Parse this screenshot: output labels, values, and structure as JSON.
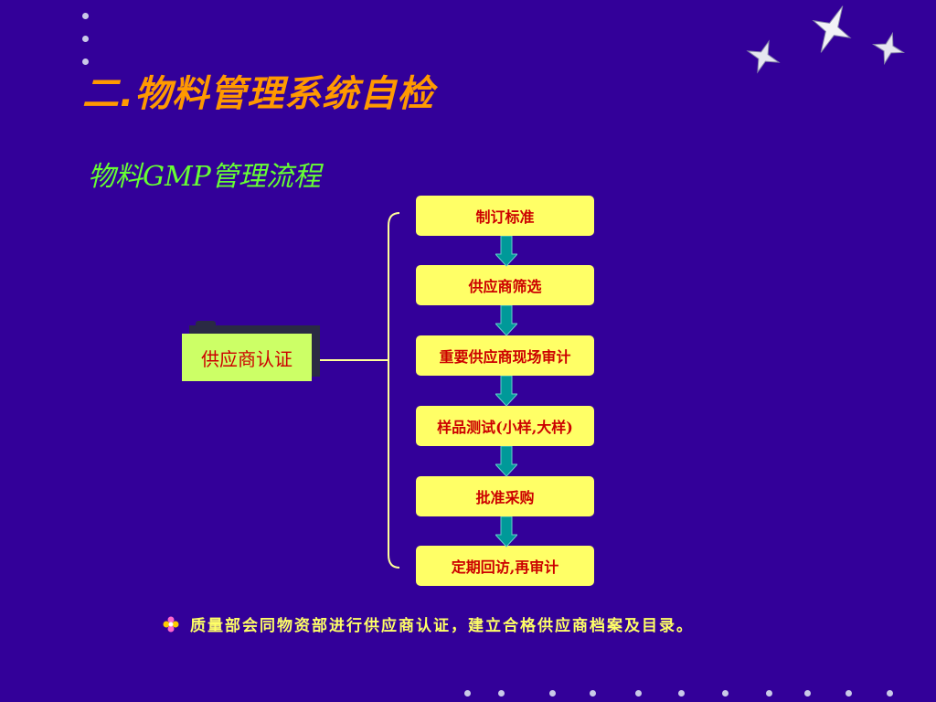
{
  "title": "二.物料管理系统自检",
  "subtitle": "物料GMP管理流程",
  "source_box": "供应商认证",
  "steps": [
    "制订标准",
    "供应商筛选",
    "重要供应商现场审计",
    "样品测试(小样,大样)",
    "批准采购",
    "定期回访,再审计"
  ],
  "footer": "质量部会同物资部进行供应商认证，建立合格供应商档案及目录。",
  "colors": {
    "background": "#330099",
    "title": "#ff9900",
    "subtitle": "#66ff33",
    "step_fill": "#ffff66",
    "step_text": "#cc0000",
    "source_fill": "#ccff66",
    "arrow": "#009999",
    "connector": "#ffff99",
    "footer_text": "#ffff66"
  },
  "icons": [
    "star-icon",
    "bullet-flower-icon"
  ]
}
